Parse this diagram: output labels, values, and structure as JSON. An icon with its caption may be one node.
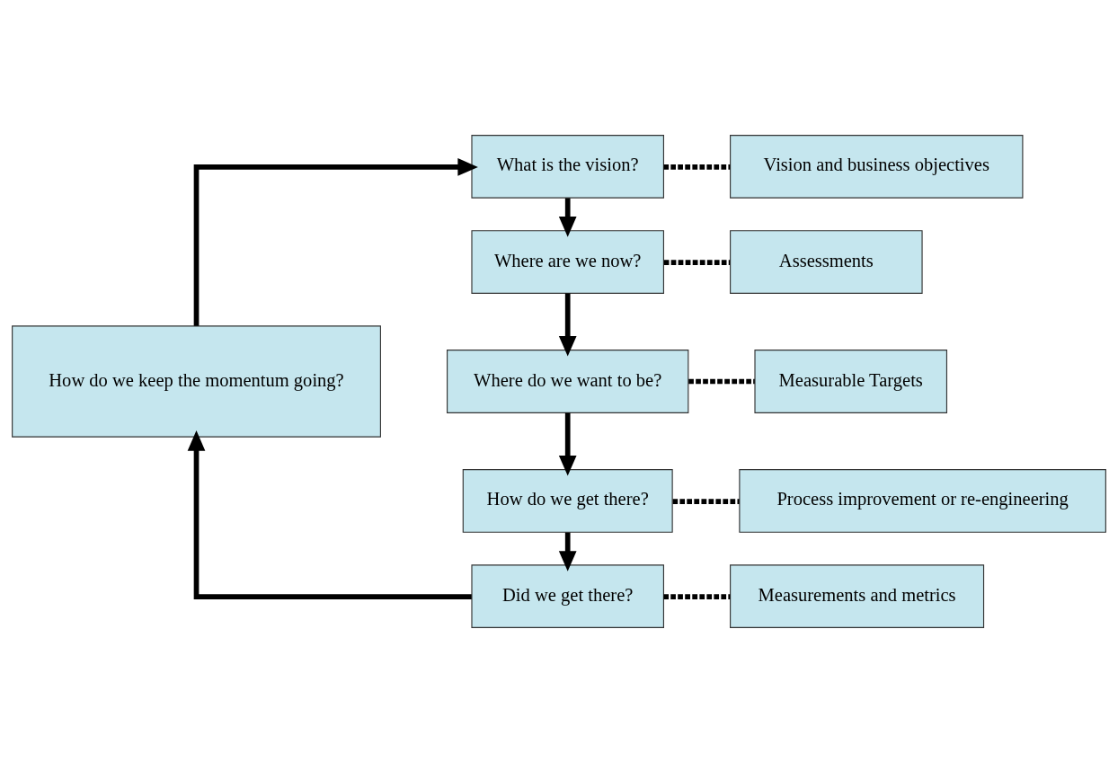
{
  "diagram": {
    "nodes": [
      {
        "text": [
          "What is the vision?"
        ]
      },
      {
        "text": [
          "Vision and business objectives"
        ]
      },
      {
        "text": [
          "Where are we now?"
        ]
      },
      {
        "text": [
          "Assessments"
        ]
      },
      {
        "text": [
          "How do we keep the momentum going?"
        ]
      },
      {
        "text": [
          "Where do we want to be?"
        ]
      },
      {
        "text": [
          "Measurable Targets"
        ]
      },
      {
        "text": [
          "How do we get there?"
        ]
      },
      {
        "text": [
          "Process improvement or re-engineering"
        ]
      },
      {
        "text": [
          "Did we get there?"
        ]
      },
      {
        "text": [
          "Measurements and metrics"
        ]
      }
    ],
    "edges": [
      {
        "from": 0,
        "to": 1,
        "arrow": "none",
        "style": "dashed"
      },
      {
        "from": 0,
        "to": 2,
        "arrow": "to"
      },
      {
        "from": 2,
        "to": 3,
        "arrow": "none",
        "style": "dashed"
      },
      {
        "from": 2,
        "to": 5,
        "arrow": "to"
      },
      {
        "from": 5,
        "to": 6,
        "arrow": "none",
        "style": "dashed"
      },
      {
        "from": 5,
        "to": 7,
        "arrow": "to"
      },
      {
        "from": 7,
        "to": 8,
        "arrow": "none",
        "style": "dashed"
      },
      {
        "from": 7,
        "to": 9,
        "arrow": "to"
      },
      {
        "from": 9,
        "to": 10,
        "arrow": "none",
        "style": "dashed"
      },
      {
        "from": 9,
        "to": 4,
        "arrow": "to"
      },
      {
        "from": 4,
        "to": 0,
        "arrow": "to"
      }
    ]
  }
}
